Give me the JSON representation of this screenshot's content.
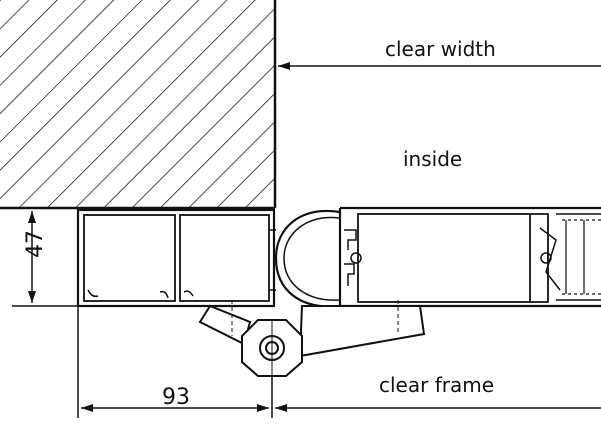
{
  "labels": {
    "clear_width": "clear width",
    "inside": "inside",
    "clear_frame": "clear frame"
  },
  "dimensions": {
    "frame_depth": "47",
    "frame_width": "93"
  },
  "colors": {
    "line": "#111111",
    "background": "#ffffff"
  }
}
